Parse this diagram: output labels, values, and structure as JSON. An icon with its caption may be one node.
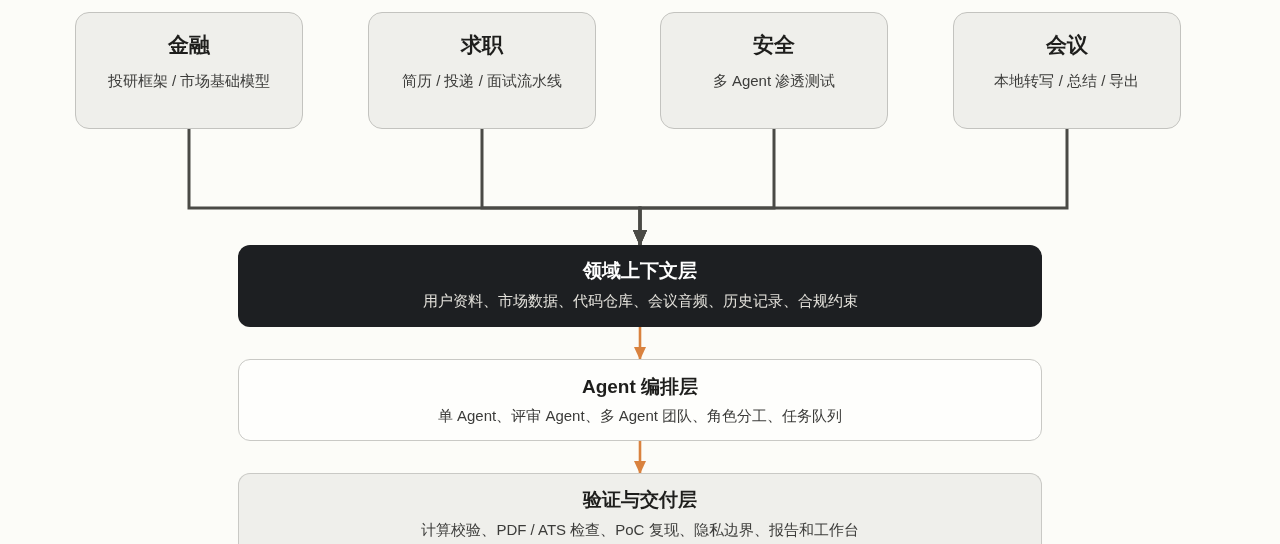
{
  "diagram": {
    "nodes": [
      {
        "text": [
          "金融",
          "投研框架 / 市场基础模型"
        ]
      },
      {
        "text": [
          "求职",
          "简历 / 投递 / 面试流水线"
        ]
      },
      {
        "text": [
          "安全",
          "多 Agent 渗透测试"
        ]
      },
      {
        "text": [
          "会议",
          "本地转写 / 总结 / 导出"
        ]
      },
      {
        "text": [
          "领域上下文层",
          "用户资料、市场数据、代码仓库、会议音频、历史记录、合规约束"
        ]
      },
      {
        "text": [
          "Agent 编排层",
          "单 Agent、评审 Agent、多 Agent 团队、角色分工、任务队列"
        ]
      },
      {
        "text": [
          "验证与交付层",
          "计算校验、PDF / ATS 检查、PoC 复现、隐私边界、报告和工作台"
        ]
      }
    ],
    "edges": [
      {
        "from": 0,
        "to": 4,
        "arrow": "to"
      },
      {
        "from": 1,
        "to": 4,
        "arrow": "to"
      },
      {
        "from": 2,
        "to": 4,
        "arrow": "to"
      },
      {
        "from": 3,
        "to": 4,
        "arrow": "to"
      },
      {
        "from": 4,
        "to": 5,
        "arrow": "to",
        "color": "#d9823f"
      },
      {
        "from": 5,
        "to": 6,
        "arrow": "to",
        "color": "#d9823f"
      }
    ]
  }
}
